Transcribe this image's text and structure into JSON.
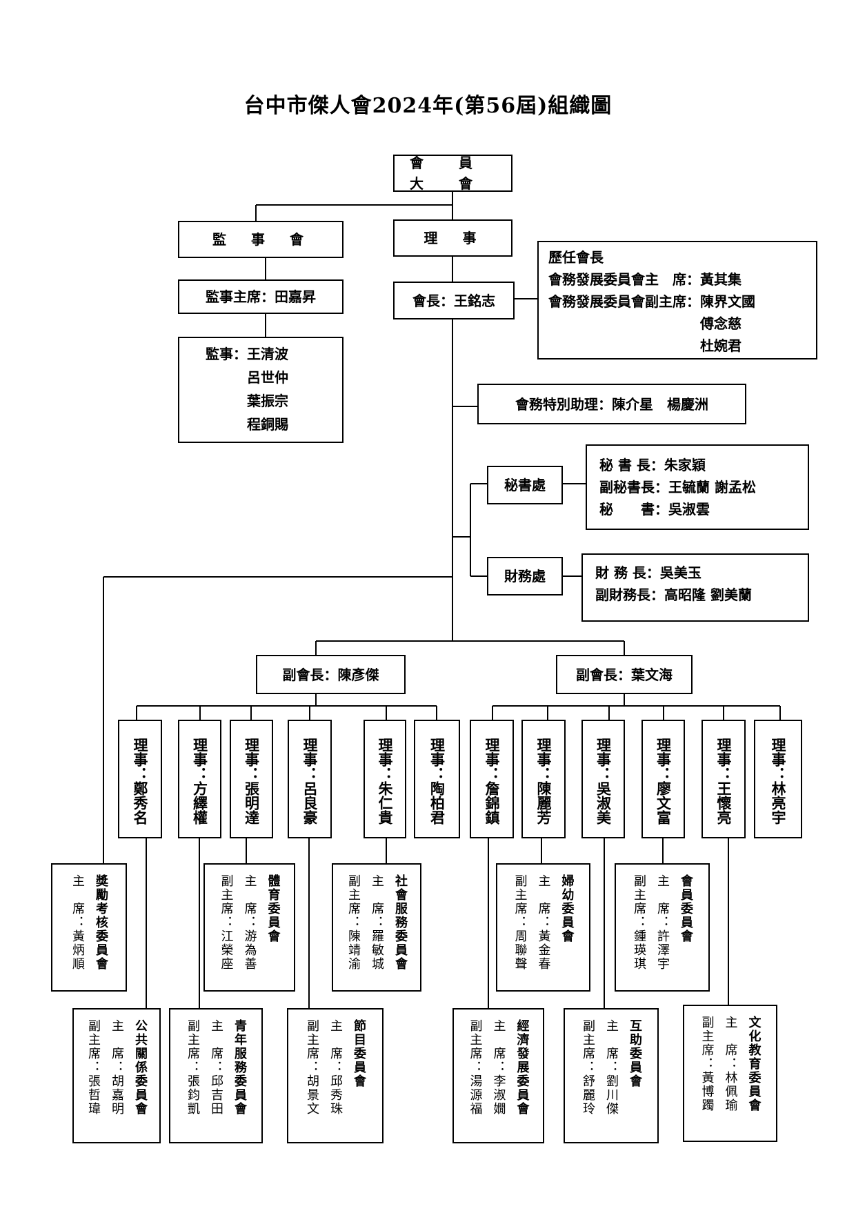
{
  "title": "台中市傑人會2024年(第56屆)組織圖",
  "general_assembly": "會 員 大 會",
  "supervisors": {
    "board": "監　事　會",
    "chair": "監事主席：田嘉昇",
    "members": "監事：王清波\n　　　呂世仲\n　　　葉振宗\n　　　程銅賜"
  },
  "directors_label": "理　事",
  "president": "會長：王銘志",
  "past_presidents": "歷任會長\n會務發展委員會主　席：黃其集\n會務發展委員會副主席：陳界文國\n　　　　　　　　　　　傅念慈\n　　　　　　　　　　　杜婉君",
  "special_assistant": "會務特別助理：陳介星　楊慶洲",
  "secretariat": {
    "label": "秘書處",
    "details": "秘 書 長：朱家穎\n副秘書長：王毓蘭 謝孟松\n秘　　書：吳淑雲"
  },
  "finance": {
    "label": "財務處",
    "details": "財 務 長：吳美玉\n副財務長：高昭隆 劉美蘭"
  },
  "vice_presidents": [
    "副會長：陳彥傑",
    "副會長：葉文海"
  ],
  "directors": [
    "理事：鄭秀名",
    "理事：方繹權",
    "理事：張明達",
    "理事：呂良豪",
    "理事：朱仁貴",
    "理事：陶柏君",
    "理事：詹錦鎮",
    "理事：陳麗芳",
    "理事：吳淑美",
    "理事：廖文富",
    "理事：王懷亮",
    "理事：林亮宇"
  ],
  "committees": [
    {
      "name": "獎勵考核委員會",
      "chair": "主　席：黃炳順",
      "vice": ""
    },
    {
      "name": "體育委員會",
      "chair": "主　席：游為善",
      "vice": "副主席：江榮座"
    },
    {
      "name": "社會服務委員會",
      "chair": "主　席：羅敏城",
      "vice": "副主席：陳靖渝"
    },
    {
      "name": "婦幼委員會",
      "chair": "主　席：黃金春",
      "vice": "副主席：周聯聲"
    },
    {
      "name": "會員委員會",
      "chair": "主　席：許澤宇",
      "vice": "副主席：鍾瑛琪"
    },
    {
      "name": "公共關係委員會",
      "chair": "主　席：胡嘉明",
      "vice": "副主席：張哲瑋"
    },
    {
      "name": "青年服務委員會",
      "chair": "主　席：邱吉田",
      "vice": "副主席：張鈞凱"
    },
    {
      "name": "節目委員會",
      "chair": "主　席：邱秀珠",
      "vice": "副主席：胡景文"
    },
    {
      "name": "經濟發展委員會",
      "chair": "主　席：李淑嫺",
      "vice": "副主席：湯源福"
    },
    {
      "name": "互助委員會",
      "chair": "主　席：劉川傑",
      "vice": "副主席：舒麗玲"
    },
    {
      "name": "文化教育委員會",
      "chair": "主　席：林佩瑜",
      "vice": "副主席：黃博躅"
    }
  ]
}
